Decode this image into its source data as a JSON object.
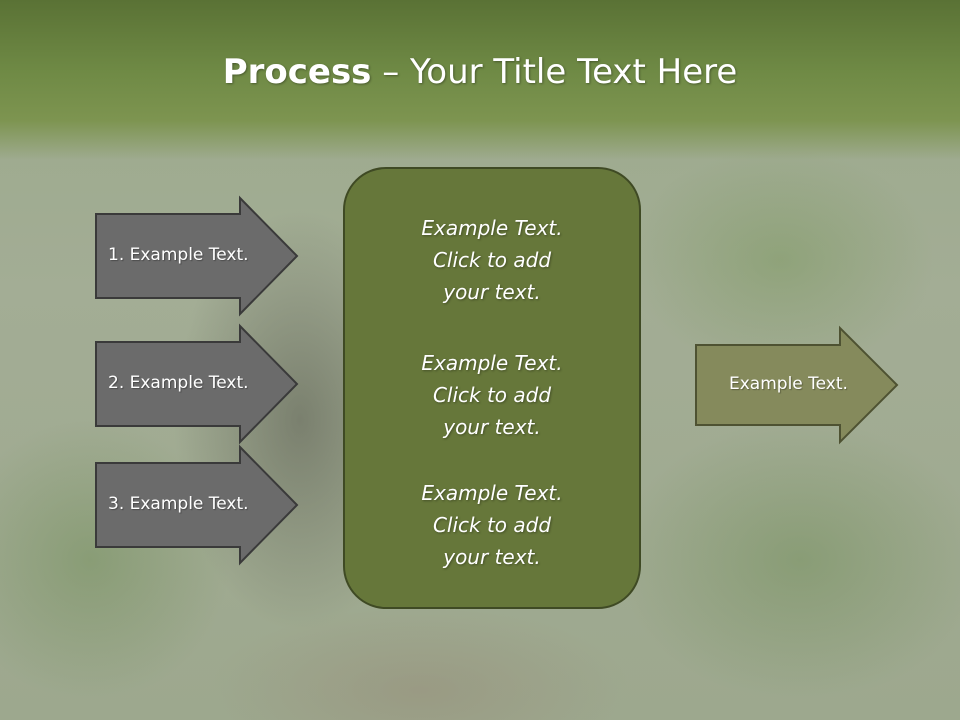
{
  "title": {
    "bold": "Process",
    "rest": " – Your Title Text Here"
  },
  "left_arrows": [
    {
      "label": "1. Example Text."
    },
    {
      "label": "2. Example Text."
    },
    {
      "label": "3. Example Text."
    }
  ],
  "center_box": {
    "blocks": [
      {
        "lines": [
          "Example Text.",
          "Click  to add",
          "your text."
        ]
      },
      {
        "lines": [
          "Example Text.",
          "Click  to add",
          "your text."
        ]
      },
      {
        "lines": [
          "Example Text.",
          "Click  to add",
          "your text."
        ]
      }
    ]
  },
  "right_arrow": {
    "label": "Example Text."
  },
  "colors": {
    "header_green": "#6f8a45",
    "left_arrow_fill": "#6b6b6b",
    "center_box_fill": "#66773a",
    "right_arrow_fill": "#858a5c"
  }
}
